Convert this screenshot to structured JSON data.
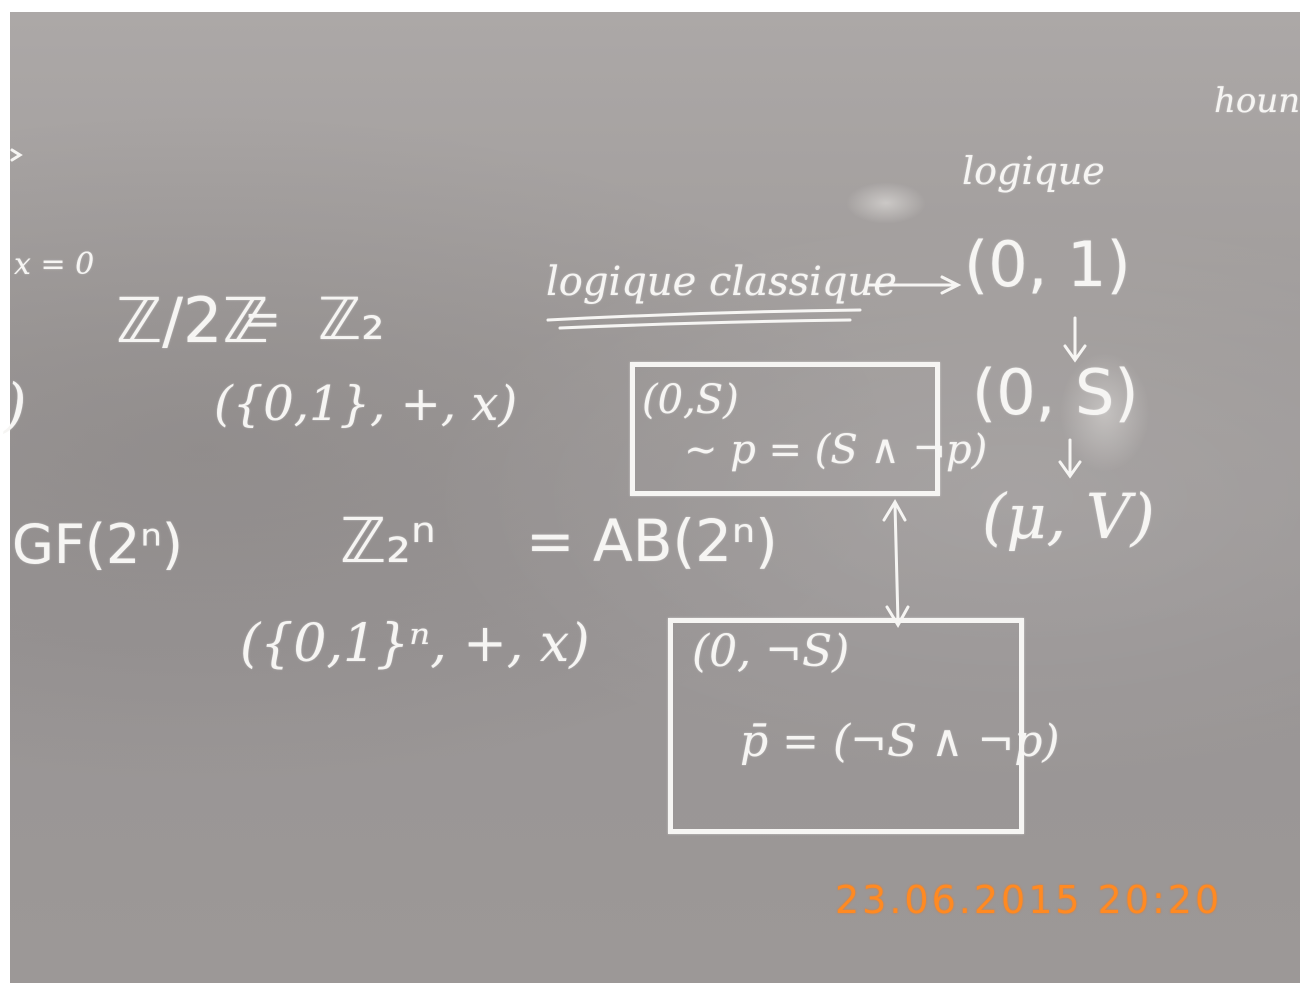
{
  "board": {
    "word_top_right": "hound",
    "logique_label": "logique",
    "x_eq_zero": "x = 0",
    "z_mod": "ℤ/2ℤ",
    "equals": "=",
    "z2": "ℤ₂",
    "z2_set": "({0,1}, +, x)",
    "logique_classique": "logique classique",
    "pair_01": "(0, 1)",
    "pair_0s": "(0, S)",
    "pair_mu_v": "(μ, V)",
    "box1_line1": "(0,S)",
    "box1_line2": "~ p = (S ∧ ¬p)",
    "gf": "GF(2ⁿ)",
    "z2n": "ℤ₂ⁿ",
    "ab": "= AB(2ⁿ)",
    "z2n_set": "({0,1}ⁿ, +, x)",
    "box2_line1": "(0, ¬S)",
    "box2_line2": "p̄ = (¬S ∧ ¬p)",
    "left_paren": ")",
    "left_arrow": "›"
  },
  "timestamp": "23.06.2015  20:20",
  "colors": {
    "chalk": "#f6f5f3",
    "board": "#a19d9c",
    "timestamp": "#ff8a22"
  }
}
